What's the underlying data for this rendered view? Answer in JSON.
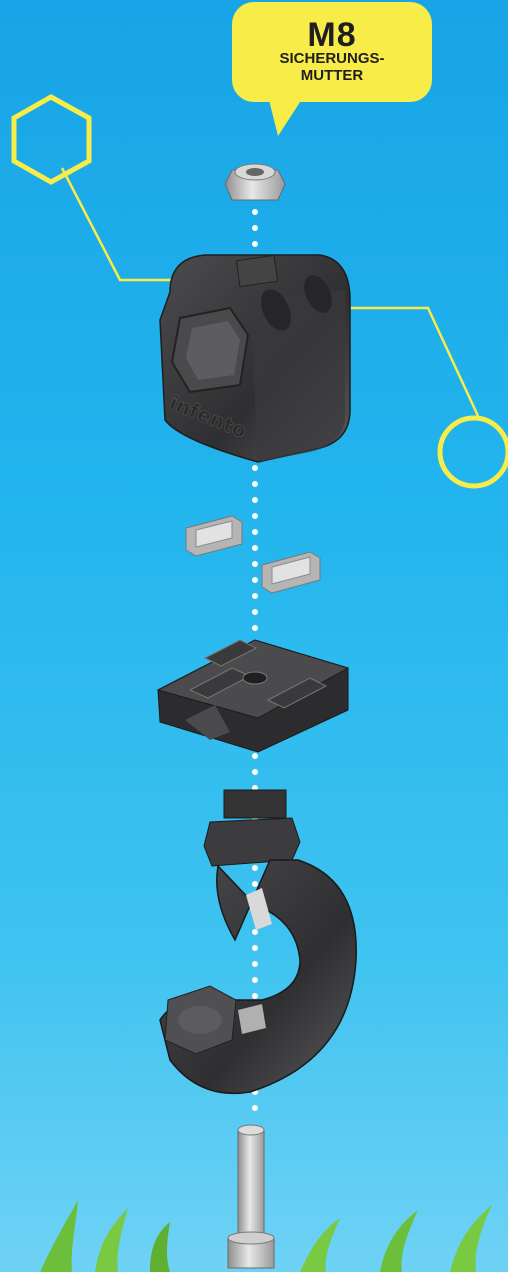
{
  "callout": {
    "size": "M8",
    "line1": "SICHERUNGS-",
    "line2": "MUTTER"
  },
  "brand_logo_text": "infento",
  "colors": {
    "sky_top": "#18a4e6",
    "sky_bottom": "#6fd2f5",
    "accent_yellow": "#f8ec48",
    "part_dark": "#3a3a3c",
    "part_metal": "#c9c9c9",
    "grass": "#7ac943"
  },
  "icons": [
    "hexagon-icon",
    "circle-icon",
    "lock-nut-icon",
    "clamp-block-icon",
    "spacer-icon",
    "square-plate-icon",
    "hook-icon",
    "bolt-icon"
  ]
}
